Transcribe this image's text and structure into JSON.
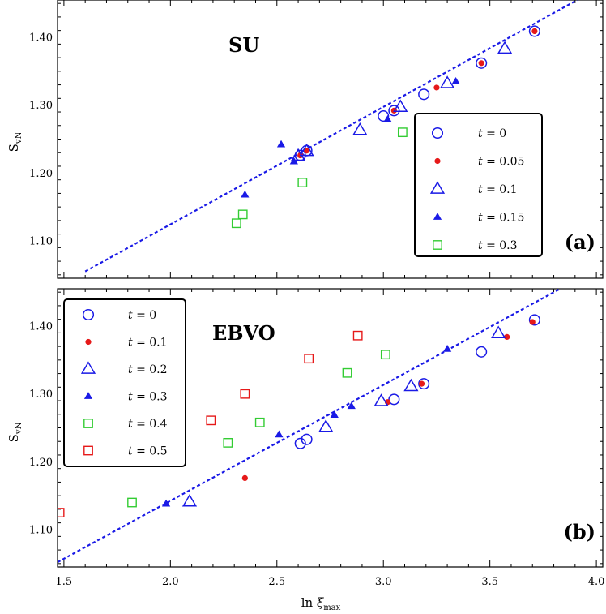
{
  "chart_data": [
    {
      "type": "scatter",
      "title": "SU",
      "panel_tag": "(a)",
      "xlabel": "",
      "ylabel": "S_vN",
      "xlim": [
        1.47,
        4.03
      ],
      "ylim": [
        1.045,
        1.455
      ],
      "x_ticks": [
        1.5,
        2.0,
        2.5,
        3.0,
        3.5,
        4.0
      ],
      "y_ticks": [
        1.1,
        1.2,
        1.3,
        1.4
      ],
      "y_tick_labels": [
        "1.10",
        "1.20",
        "1.30",
        "1.40"
      ],
      "show_x_tick_labels": false,
      "legend_position": "right",
      "fit_line": {
        "x": [
          1.6,
          3.91
        ],
        "y": [
          1.055,
          1.455
        ]
      },
      "series": [
        {
          "name": "t = 0",
          "marker": "circle-open",
          "color": "#1a1ae6",
          "points": [
            [
              2.61,
              1.226
            ],
            [
              2.64,
              1.233
            ],
            [
              3.0,
              1.284
            ],
            [
              3.05,
              1.292
            ],
            [
              3.19,
              1.316
            ],
            [
              3.46,
              1.362
            ],
            [
              3.71,
              1.409
            ]
          ]
        },
        {
          "name": "t = 0.05",
          "marker": "dot",
          "color": "#e61919",
          "points": [
            [
              2.61,
              1.226
            ],
            [
              2.64,
              1.233
            ],
            [
              3.05,
              1.292
            ],
            [
              3.25,
              1.326
            ],
            [
              3.46,
              1.362
            ],
            [
              3.71,
              1.409
            ]
          ]
        },
        {
          "name": "t = 0.1",
          "marker": "triangle-open",
          "color": "#1a1ae6",
          "points": [
            [
              2.6,
              1.225
            ],
            [
              2.64,
              1.232
            ],
            [
              2.89,
              1.263
            ],
            [
              3.08,
              1.297
            ],
            [
              3.3,
              1.332
            ],
            [
              3.57,
              1.383
            ]
          ]
        },
        {
          "name": "t = 0.15",
          "marker": "triangle-filled",
          "color": "#1a1ae6",
          "points": [
            [
              2.35,
              1.168
            ],
            [
              2.52,
              1.242
            ],
            [
              2.58,
              1.217
            ],
            [
              3.02,
              1.279
            ],
            [
              3.34,
              1.335
            ]
          ]
        },
        {
          "name": "t = 0.3",
          "marker": "square-open",
          "color": "#33cc33",
          "points": [
            [
              2.31,
              1.126
            ],
            [
              2.34,
              1.139
            ],
            [
              2.62,
              1.186
            ],
            [
              3.09,
              1.26
            ]
          ]
        }
      ]
    },
    {
      "type": "scatter",
      "title": "EBVO",
      "panel_tag": "(b)",
      "xlabel": "ln ξ_max",
      "ylabel": "S_vN",
      "xlim": [
        1.47,
        4.03
      ],
      "ylim": [
        1.045,
        1.455
      ],
      "x_ticks": [
        1.5,
        2.0,
        2.5,
        3.0,
        3.5,
        4.0
      ],
      "x_tick_labels": [
        "1.5",
        "2.0",
        "2.5",
        "3.0",
        "3.5",
        "4.0"
      ],
      "y_ticks": [
        1.1,
        1.2,
        1.3,
        1.4
      ],
      "y_tick_labels": [
        "1.10",
        "1.20",
        "1.30",
        "1.40"
      ],
      "show_x_tick_labels": true,
      "legend_position": "upper-left",
      "fit_line": {
        "x": [
          1.47,
          3.83
        ],
        "y": [
          1.052,
          1.455
        ]
      },
      "series": [
        {
          "name": "t = 0",
          "marker": "circle-open",
          "color": "#1a1ae6",
          "points": [
            [
              2.61,
              1.227
            ],
            [
              2.64,
              1.233
            ],
            [
              3.05,
              1.292
            ],
            [
              3.19,
              1.315
            ],
            [
              3.46,
              1.362
            ],
            [
              3.71,
              1.409
            ]
          ]
        },
        {
          "name": "t = 0.1",
          "marker": "dot",
          "color": "#e61919",
          "points": [
            [
              2.35,
              1.176
            ],
            [
              3.02,
              1.288
            ],
            [
              3.18,
              1.315
            ],
            [
              3.58,
              1.384
            ],
            [
              3.7,
              1.406
            ]
          ]
        },
        {
          "name": "t = 0.2",
          "marker": "triangle-open",
          "color": "#1a1ae6",
          "points": [
            [
              2.09,
              1.141
            ],
            [
              2.73,
              1.251
            ],
            [
              2.99,
              1.289
            ],
            [
              3.13,
              1.311
            ],
            [
              3.54,
              1.389
            ]
          ]
        },
        {
          "name": "t = 0.3",
          "marker": "triangle-filled",
          "color": "#1a1ae6",
          "points": [
            [
              1.98,
              1.138
            ],
            [
              2.51,
              1.24
            ],
            [
              2.77,
              1.269
            ],
            [
              2.85,
              1.282
            ],
            [
              3.3,
              1.366
            ]
          ]
        },
        {
          "name": "t = 0.4",
          "marker": "square-open",
          "color": "#33cc33",
          "points": [
            [
              1.82,
              1.14
            ],
            [
              2.27,
              1.228
            ],
            [
              2.42,
              1.258
            ],
            [
              2.83,
              1.331
            ],
            [
              3.01,
              1.358
            ]
          ]
        },
        {
          "name": "t = 0.5",
          "marker": "square-open",
          "color": "#e61919",
          "points": [
            [
              1.48,
              1.125
            ],
            [
              2.19,
              1.261
            ],
            [
              2.35,
              1.3
            ],
            [
              2.65,
              1.352
            ],
            [
              2.88,
              1.386
            ]
          ]
        }
      ]
    }
  ]
}
